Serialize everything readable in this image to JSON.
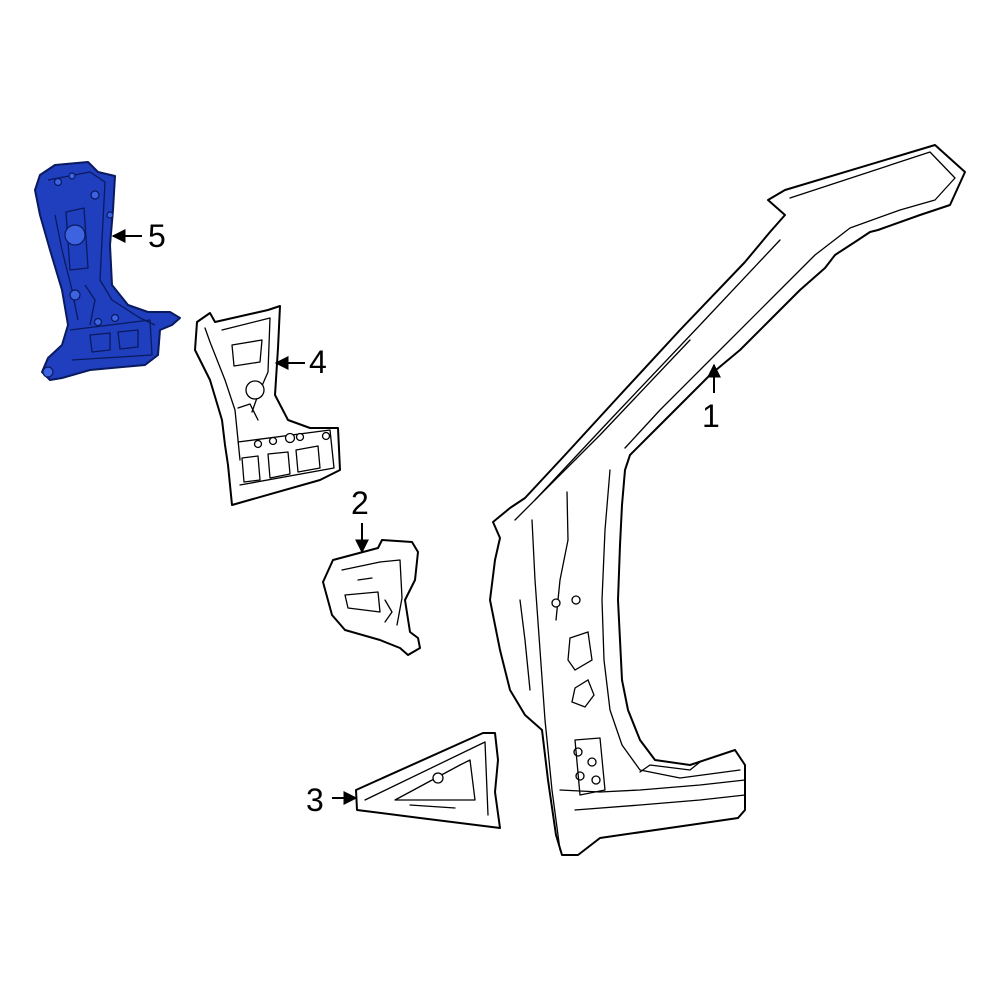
{
  "callouts": [
    {
      "id": "1",
      "label": "1"
    },
    {
      "id": "2",
      "label": "2"
    },
    {
      "id": "3",
      "label": "3"
    },
    {
      "id": "4",
      "label": "4"
    },
    {
      "id": "5",
      "label": "5"
    }
  ],
  "colors": {
    "highlight": "#1f3fbf",
    "outline": "#000000",
    "background": "#ffffff"
  }
}
